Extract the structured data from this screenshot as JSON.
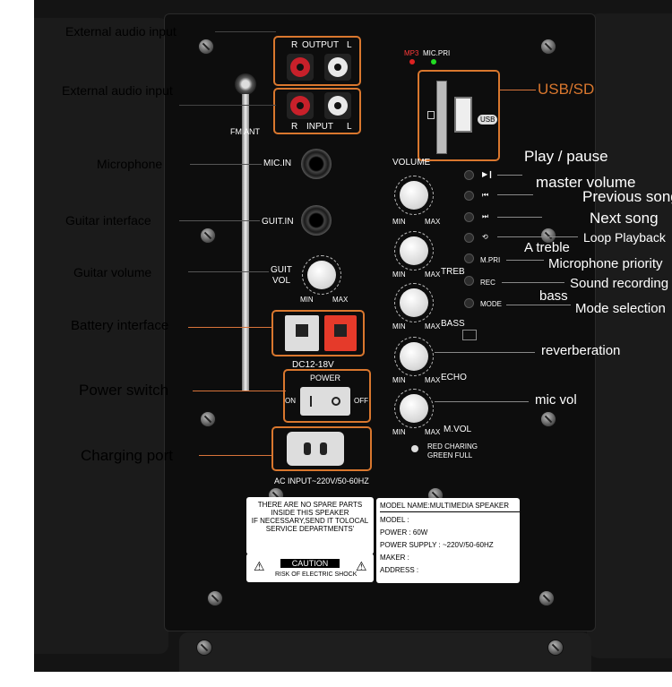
{
  "callouts": {
    "ext_audio_1": "External audio input",
    "ext_audio_2": "External audio input",
    "microphone": "Microphone",
    "guitar_interface": "Guitar interface",
    "guitar_volume": "Guitar volume",
    "battery_interface": "Battery interface",
    "power_switch": "Power switch",
    "charging_port": "Charging port",
    "usb_sd": "USB/SD",
    "play_pause": "Play / pause",
    "master_volume": "master volume",
    "previous_song": "Previous song",
    "next_song": "Next song",
    "loop_playback": "Loop Playback",
    "a_treble": "A treble",
    "mic_priority": "Microphone priority",
    "sound_recording": "Sound recording",
    "bass": "bass",
    "mode_selection": "Mode selection",
    "reverberation": "reverberation",
    "mic_vol": "mic vol"
  },
  "panel": {
    "output_r": "R",
    "output_label": "OUTPUT",
    "output_l": "L",
    "input_r": "R",
    "input_label": "INPUT",
    "input_l": "L",
    "fm_ant": "FM ANT",
    "mp3": "MP3",
    "mic_pri": "MIC.PRI",
    "usb": "USB",
    "mic_in": "MIC.IN",
    "guit_in": "GUIT.IN",
    "guit_vol_1": "GUIT",
    "guit_vol_2": "VOL",
    "volume": "VOLUME",
    "treb": "TREB",
    "bass": "BASS",
    "echo": "ECHO",
    "mvol": "M.VOL",
    "min": "MIN",
    "max": "MAX",
    "mpri": "M.PRI",
    "rec": "REC",
    "mode": "MODE",
    "dc": "DC12-18V",
    "power": "POWER",
    "on": "ON",
    "off": "OFF",
    "ac_input": "AC INPUT~220V/50-60HZ",
    "charge_1": "RED CHARING",
    "charge_2": "GREEN FULL"
  },
  "warning": {
    "line1": "THERE ARE NO SPARE PARTS",
    "line2": "INSIDE THIS SPEAKER",
    "line3": "IF NECESSARY,SEND IT TOLOCAL",
    "line4": "SERVICE DEPARTMENTS'",
    "caution": "CAUTION",
    "shock": "RISK OF ELECTRIC SHOCK"
  },
  "spec": {
    "model_name": "MODEL NAME:MULTIMEDIA SPEAKER",
    "model": "MODEL :",
    "power": "POWER : 60W",
    "supply": "POWER SUPPLY : ~220V/50-60HZ",
    "maker": "MAKER :",
    "address": "ADDRESS :"
  },
  "colors": {
    "accent": "#d9772e",
    "rca_red": "#c8202a",
    "rca_white": "#e8e8e8"
  }
}
